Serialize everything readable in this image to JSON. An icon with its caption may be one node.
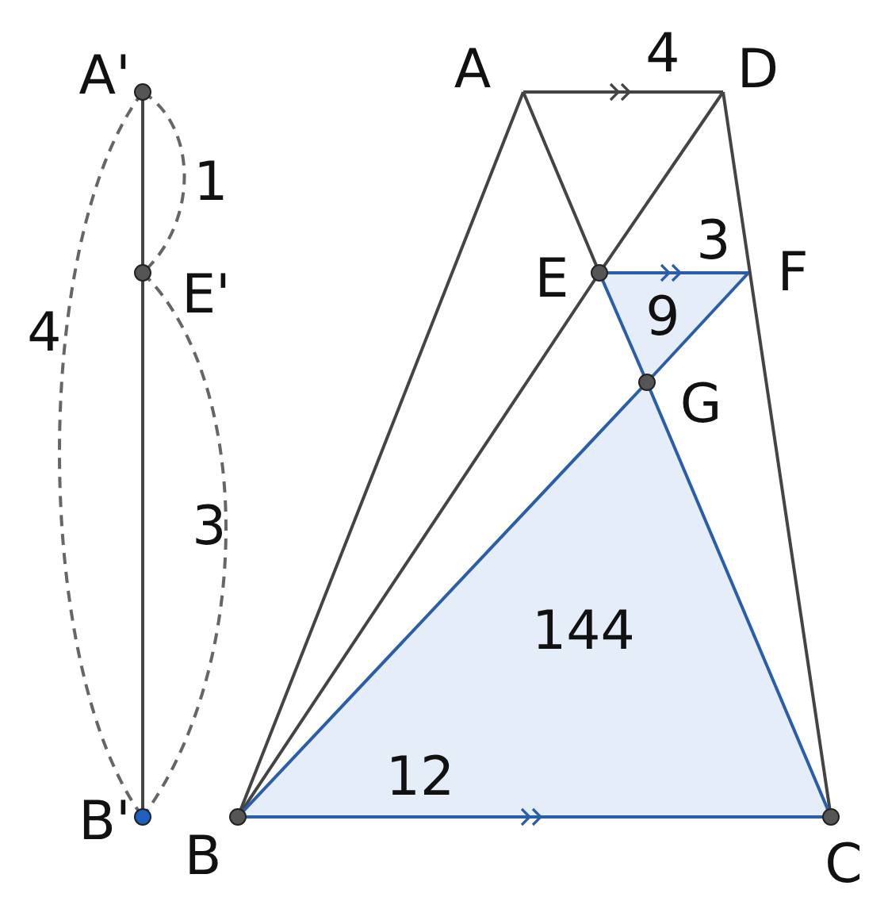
{
  "diagram": {
    "labels": [
      "A'",
      "A",
      "4",
      "D",
      "1",
      "E'",
      "E",
      "3",
      "F",
      "4",
      "9",
      "G",
      "3",
      "144",
      "12",
      "B'",
      "B",
      "C"
    ]
  }
}
